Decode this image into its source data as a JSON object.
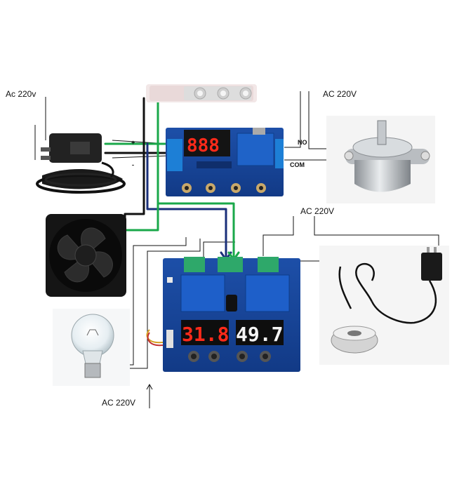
{
  "labels": {
    "ac_left": "Ac 220v",
    "ac_top_right": "AC 220V",
    "ac_middle_right": "AC 220V",
    "ac_bottom": "AC 220V",
    "relay_no": "NO",
    "relay_com": "COM",
    "plus": "+",
    "minus": "-"
  },
  "displays": {
    "timer_relay": "888",
    "thermostat_temp": "31.8",
    "thermostat_humidity": "49.7"
  },
  "wire_colors": {
    "green": "#1aa84a",
    "navy": "#1a2f7a",
    "black": "#111111"
  },
  "components": [
    "led-module",
    "power-adapter",
    "timer-relay-board",
    "synchronous-motor",
    "cooling-fan",
    "thermostat-humidity-board",
    "light-bulb",
    "ultrasonic-mist-maker"
  ]
}
